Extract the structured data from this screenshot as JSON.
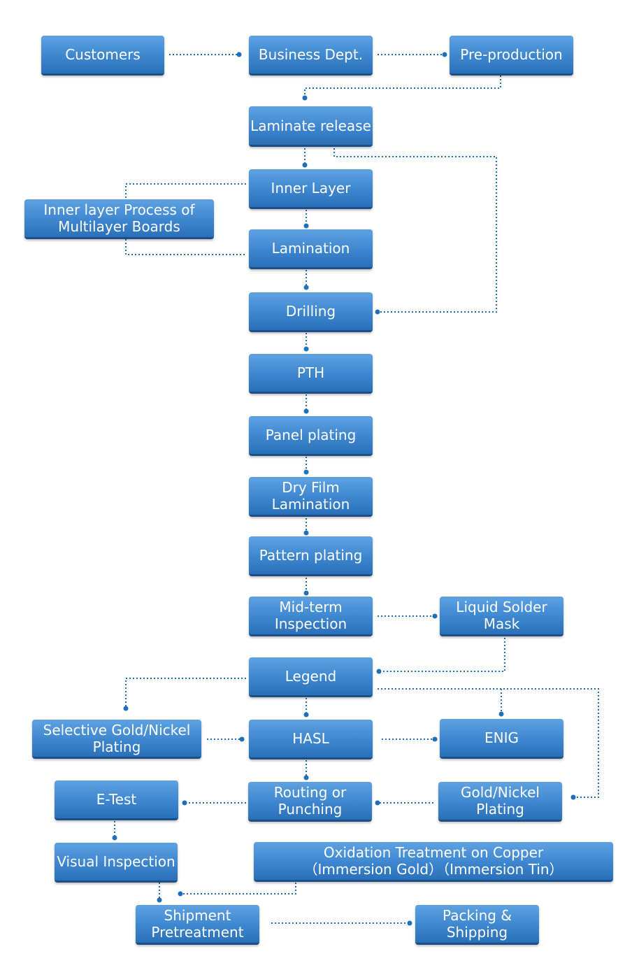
{
  "nodes": {
    "customers": "Customers",
    "business_dept": "Business Dept.",
    "pre_production": "Pre-production",
    "laminate_release": "Laminate release",
    "inner_layer": "Inner Layer",
    "inner_layer_process": "Inner layer Process of\nMultilayer Boards",
    "lamination": "Lamination",
    "drilling": "Drilling",
    "pth": "PTH",
    "panel_plating": "Panel plating",
    "dry_film": "Dry Film\nLamination",
    "pattern_plating": "Pattern plating",
    "mid_term": "Mid-term\nInspection",
    "liquid_solder": "Liquid Solder\nMask",
    "legend": "Legend",
    "selective_gold": "Selective Gold/Nickel\nPlating",
    "hasl": "HASL",
    "enig": "ENIG",
    "e_test": "E-Test",
    "routing": "Routing or\nPunching",
    "gold_nickel": "Gold/Nickel\nPlating",
    "visual_inspection": "Visual Inspection",
    "oxidation": "Oxidation Treatment on Copper\n（Immersion Gold）（Immersion Tin）",
    "shipment_pretreatment": "Shipment\nPretreatment",
    "packing": "Packing &\nShipping"
  },
  "colors": {
    "box_top": "#5fa2e2",
    "box_bottom": "#2a70b9",
    "connector": "#1f6fb8",
    "text": "#ffffff"
  }
}
